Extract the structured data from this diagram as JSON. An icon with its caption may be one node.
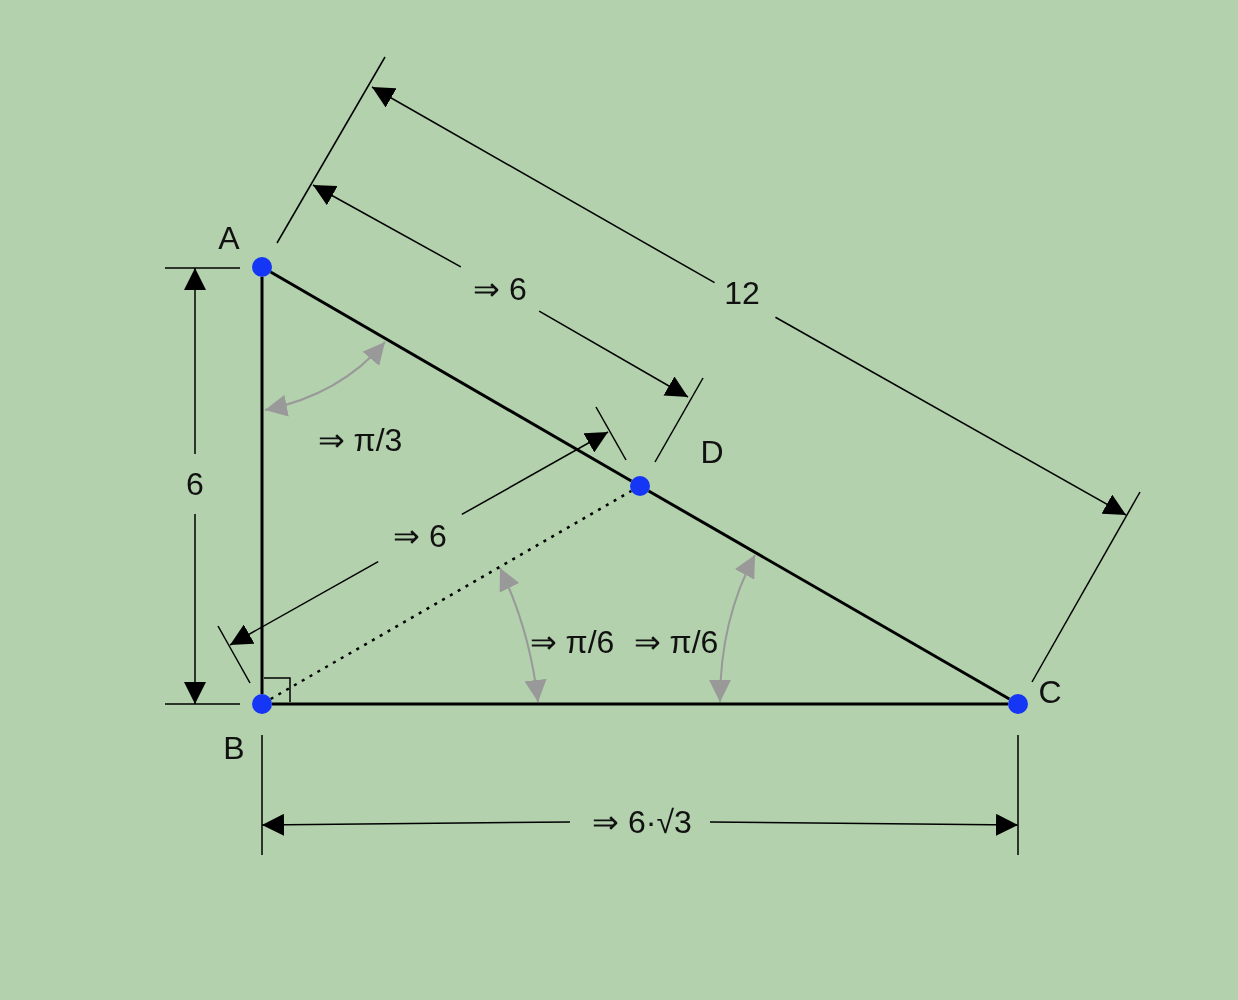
{
  "diagram": {
    "nodes": [
      {
        "text": [],
        "shape": "circle",
        "beside": [
          "A"
        ]
      },
      {
        "text": [],
        "shape": "circle",
        "beside": [
          "D"
        ]
      },
      {
        "text": [],
        "shape": "circle",
        "beside": [
          "C"
        ]
      },
      {
        "text": [],
        "shape": "circle",
        "beside": [
          "B"
        ]
      }
    ],
    "edges": [
      {
        "from": 0,
        "to": 3,
        "arrow": "none"
      },
      {
        "from": 0,
        "to": 1,
        "arrow": "none"
      },
      {
        "from": 1,
        "to": 2,
        "arrow": "none"
      },
      {
        "from": 3,
        "to": 2,
        "arrow": "none"
      },
      {
        "from": 3,
        "to": 1,
        "arrow": "none",
        "style": "dashed"
      }
    ],
    "labels": [
      "12",
      "⇒ 6",
      "6",
      "⇒ π/3",
      "⇒ 6",
      "⇒ π/6",
      "⇒ π/6",
      "⇒ 6·√3"
    ]
  }
}
